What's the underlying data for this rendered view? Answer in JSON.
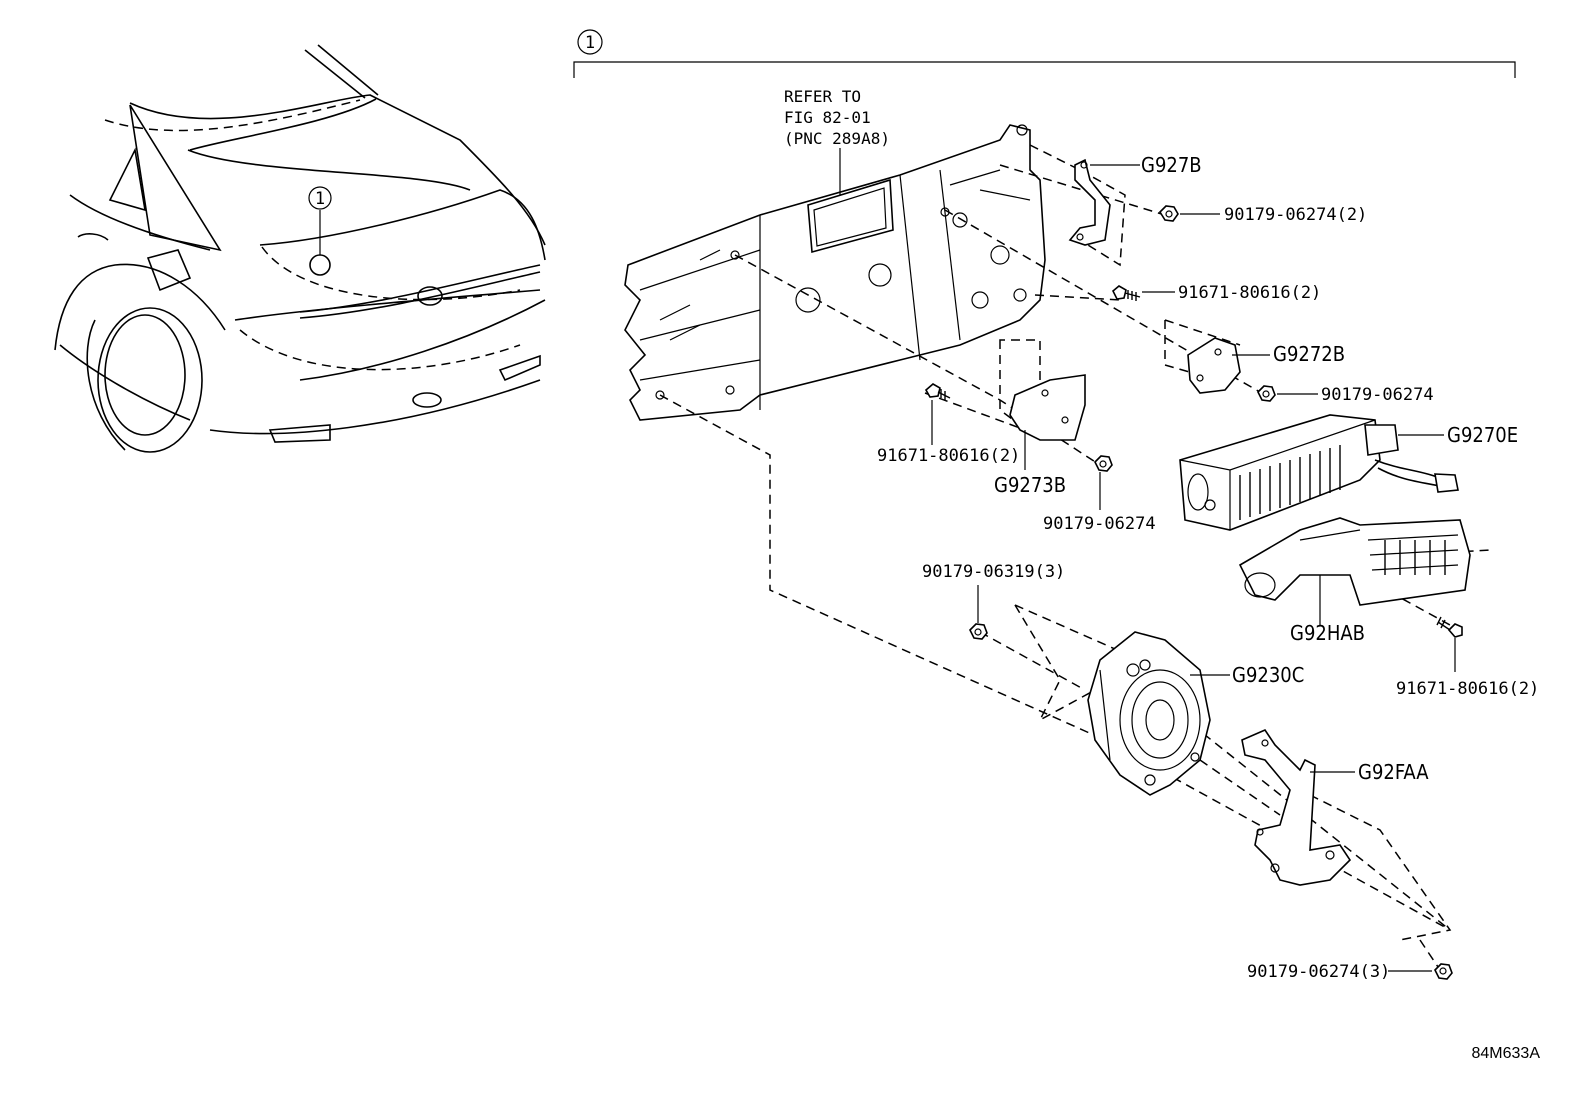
{
  "callout_number": "1",
  "refer_note": {
    "line1": "REFER TO",
    "line2": "FIG 82-01",
    "line3": "(PNC 289A8)"
  },
  "labels": {
    "g927b": "G927B",
    "nut_top": "90179-06274(2)",
    "bolt_top": "91671-80616(2)",
    "g9272b": "G9272B",
    "nut_mid": "90179-06274",
    "g9270e": "G9270E",
    "bolt_left": "91671-80616(2)",
    "g9273b": "G9273B",
    "nut_left": "90179-06274",
    "nut_cover": "90179-06319(3)",
    "g92hab": "G92HAB",
    "bolt_right": "91671-80616(2)",
    "g9230c": "G9230C",
    "g92faa": "G92FAA",
    "nut_bottom": "90179-06274(3)"
  },
  "figure_code": "84M633A"
}
